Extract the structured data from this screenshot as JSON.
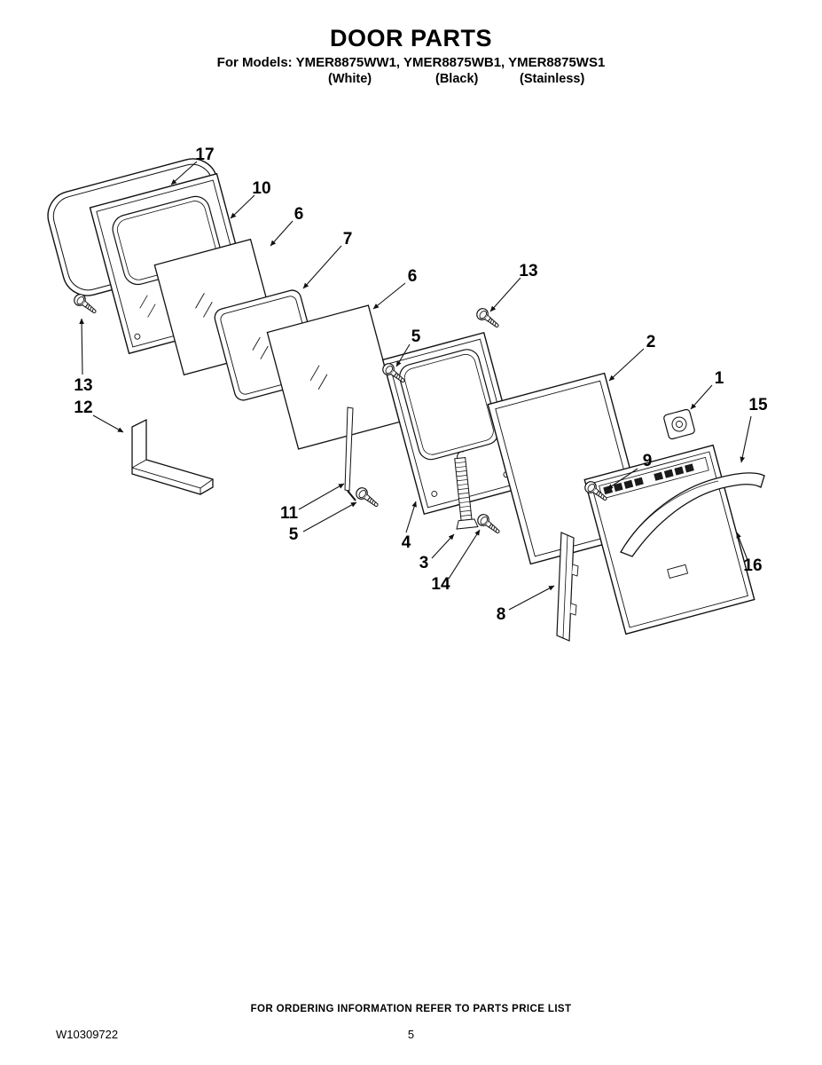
{
  "page": {
    "title": "DOOR PARTS",
    "models_line": "For Models: YMER8875WW1, YMER8875WB1, YMER8875WS1",
    "finishes": {
      "white": "(White)",
      "black": "(Black)",
      "stainless": "(Stainless)"
    },
    "footer_note": "FOR ORDERING INFORMATION REFER TO PARTS PRICE LIST",
    "document_number": "W10309722",
    "page_number": "5"
  },
  "diagram": {
    "callouts": [
      {
        "label": "17"
      },
      {
        "label": "10"
      },
      {
        "label": "6"
      },
      {
        "label": "7"
      },
      {
        "label": "6"
      },
      {
        "label": "13"
      },
      {
        "label": "5"
      },
      {
        "label": "2"
      },
      {
        "label": "1"
      },
      {
        "label": "15"
      },
      {
        "label": "13"
      },
      {
        "label": "12"
      },
      {
        "label": "9"
      },
      {
        "label": "11"
      },
      {
        "label": "5"
      },
      {
        "label": "4"
      },
      {
        "label": "3"
      },
      {
        "label": "14"
      },
      {
        "label": "16"
      },
      {
        "label": "8"
      }
    ]
  }
}
